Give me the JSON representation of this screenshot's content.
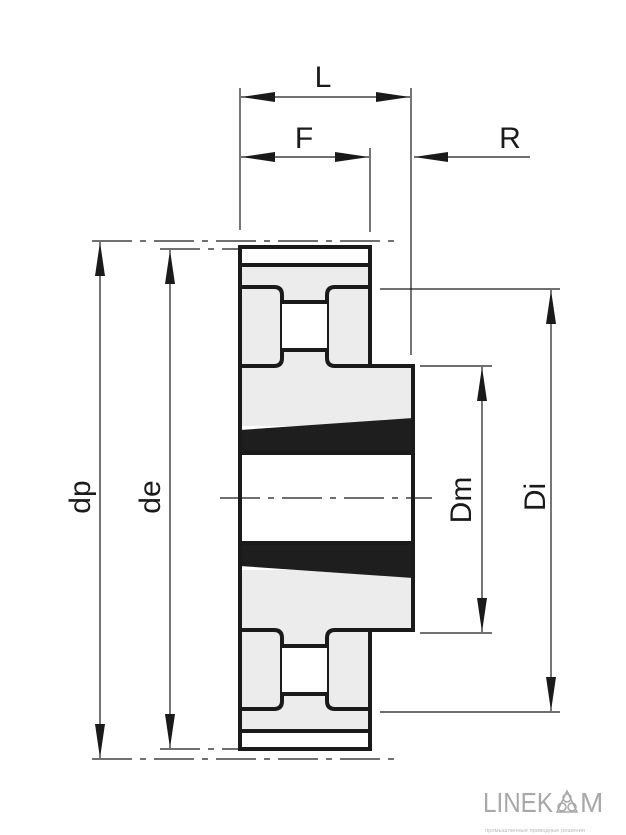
{
  "labels": {
    "L": "L",
    "F": "F",
    "R": "R",
    "dp": "dp",
    "de": "de",
    "Dm": "Dm",
    "Di": "Di"
  },
  "logo": {
    "text_left": "LINEK",
    "text_right": "M",
    "tagline": "промышленные приводные решения"
  },
  "colors": {
    "line": "#1a1a1a",
    "fill": "#ececec",
    "dark": "#1e1e1e",
    "logo": "#a8a8a8"
  }
}
